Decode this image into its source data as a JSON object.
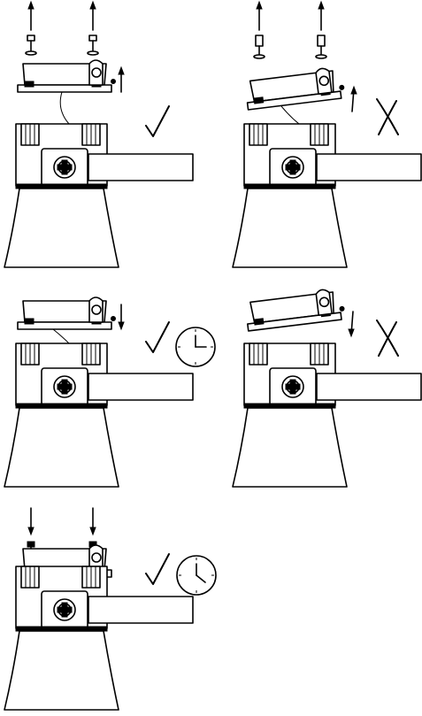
{
  "panels": [
    {
      "id": "step-1-lift-cover",
      "cover_tilted": false,
      "arrows": "up",
      "verdict": "check",
      "timer": false
    },
    {
      "id": "step-1-wrong",
      "cover_tilted": true,
      "arrows": "up",
      "verdict": "cross",
      "timer": false
    },
    {
      "id": "step-2-lower-cover",
      "cover_tilted": false,
      "arrows": "down",
      "verdict": "check",
      "timer": true,
      "clock_hand": "quarter"
    },
    {
      "id": "step-2-wrong",
      "cover_tilted": true,
      "arrows": "down",
      "verdict": "cross",
      "timer": false
    },
    {
      "id": "step-3-fasten",
      "cover_tilted": false,
      "arrows": "screws-down",
      "verdict": "check",
      "timer": true,
      "clock_hand": "half"
    }
  ],
  "colors": {
    "line": "#000000",
    "background": "#ffffff"
  }
}
